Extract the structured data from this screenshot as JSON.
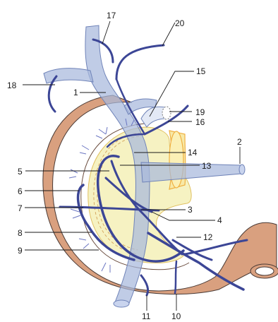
{
  "labels": {
    "l1": "1",
    "l2": "2",
    "l3": "3",
    "l4": "4",
    "l5": "5",
    "l6": "6",
    "l7": "7",
    "l8": "8",
    "l9": "9",
    "l10": "10",
    "l11": "11",
    "l12": "12",
    "l13": "13",
    "l14": "14",
    "l15": "15",
    "l16": "16",
    "l17": "17",
    "l18": "18",
    "l19": "19",
    "l20": "20"
  },
  "colors": {
    "duodenum_fill": "#d9a07f",
    "duodenum_stroke": "#4a3a35",
    "pancreas_fill": "#f6f2c2",
    "pancreas_edge": "#f0b040",
    "vein_fill": "#a7b8dc",
    "vein_stroke": "#6f83b8",
    "artery": "#3c4696",
    "vessel_light": "#6b76c2"
  }
}
